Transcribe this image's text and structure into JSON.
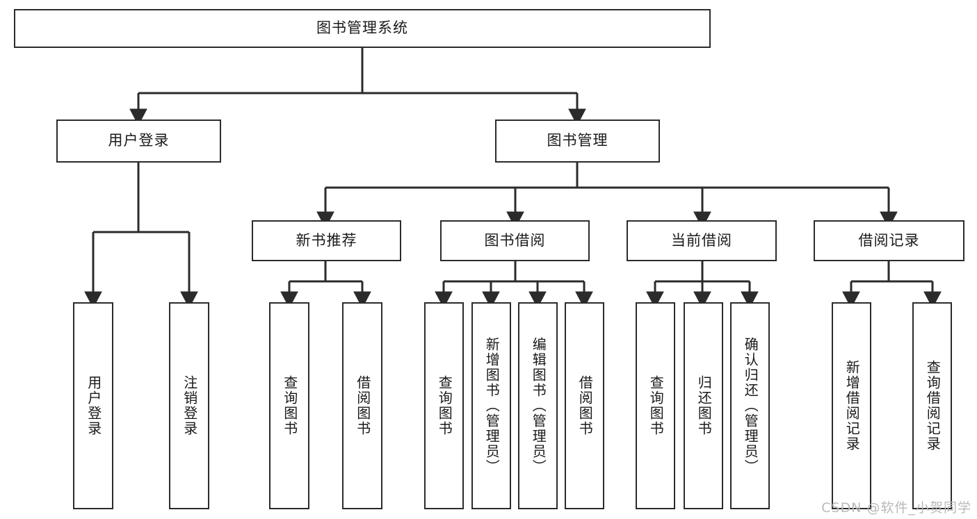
{
  "diagram": {
    "type": "tree",
    "title": "图书管理系统",
    "style": {
      "box_border_color": "#2b2b2b",
      "box_fill_color": "#ffffff",
      "line_color": "#2b2b2b",
      "background": "#ffffff",
      "watermark_color": "#b9b9b9"
    },
    "root": {
      "label": "图书管理系统"
    },
    "level2": [
      {
        "label": "用户登录"
      },
      {
        "label": "图书管理"
      }
    ],
    "level3": [
      {
        "label": "新书推荐"
      },
      {
        "label": "图书借阅"
      },
      {
        "label": "当前借阅"
      },
      {
        "label": "借阅记录"
      }
    ],
    "leaves": {
      "user_login": [
        {
          "label": "用户登录"
        },
        {
          "label": "注销登录"
        }
      ],
      "new_book_recommend": [
        {
          "label": "查询图书"
        },
        {
          "label": "借阅图书"
        }
      ],
      "book_borrow": [
        {
          "label": "查询图书"
        },
        {
          "label": "新增图书（管理员）"
        },
        {
          "label": "编辑图书（管理员）"
        },
        {
          "label": "借阅图书"
        }
      ],
      "current_borrow": [
        {
          "label": "查询图书"
        },
        {
          "label": "归还图书"
        },
        {
          "label": "确认归还（管理员）"
        }
      ],
      "borrow_record": [
        {
          "label": "新增借阅记录"
        },
        {
          "label": "查询借阅记录"
        }
      ]
    }
  },
  "watermark": {
    "text": "CSDN @软件_小贺同学"
  }
}
